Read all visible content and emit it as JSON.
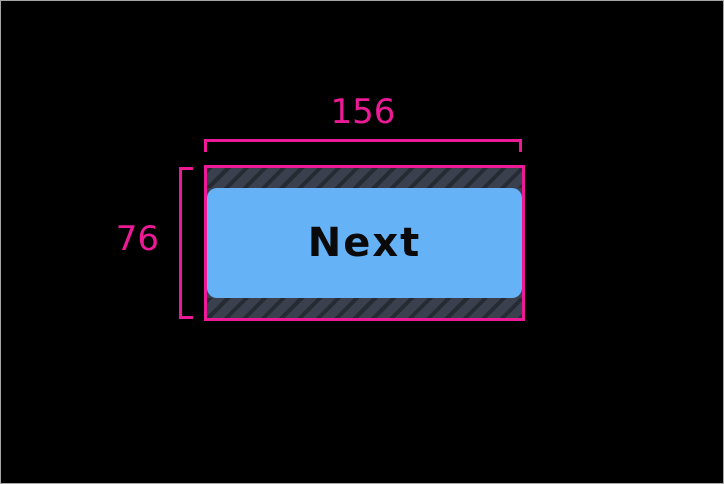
{
  "figure": {
    "description": "Button component shown with hatched vertical padding and pink dimension annotations",
    "width_label": "156",
    "height_label": "76"
  },
  "button": {
    "label": "Next"
  },
  "theme": {
    "background": "#000000",
    "frame_border": "#a6a6a6",
    "accent": "#ec1a96",
    "button_fill": "#66b2f6",
    "button_text": "#0a0a0a",
    "hatch_base": "#3a404d",
    "hatch_stripe": "#262b33"
  }
}
